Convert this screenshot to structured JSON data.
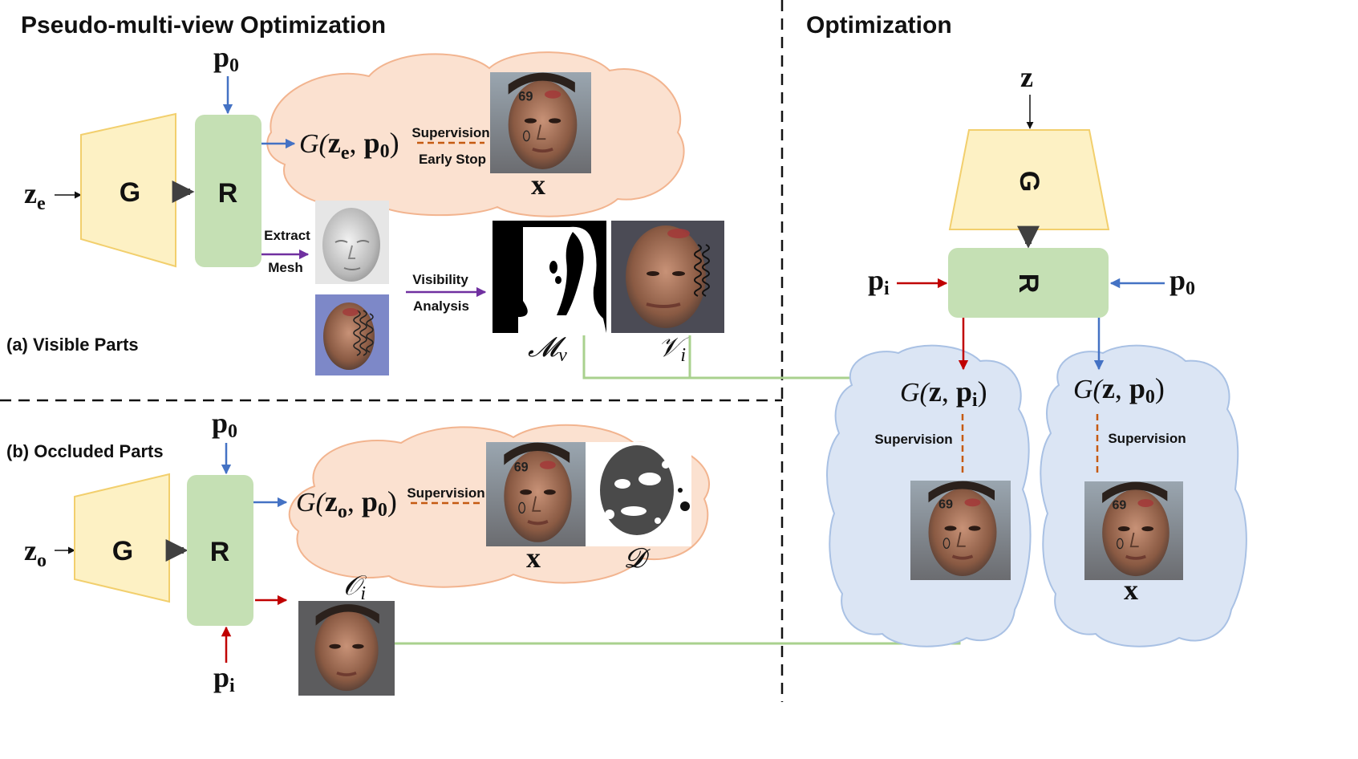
{
  "sections": {
    "pseudo_title": "Pseudo-multi-view Optimization",
    "optimization_title": "Optimization",
    "visible_label": "(a) Visible Parts",
    "occluded_label": "(b) Occluded Parts"
  },
  "blocks": {
    "generator": "G",
    "renderer": "R"
  },
  "symbols": {
    "ze_main": "z",
    "ze_sub": "e",
    "zo_main": "z",
    "zo_sub": "o",
    "z": "z",
    "p_main": "p",
    "p0_sub": "0",
    "pi_sub": "i",
    "x": "x",
    "Mv_main": "𝓜",
    "Mv_sub": "v",
    "Vi_main": "𝒱",
    "Vi_sub": "i",
    "Oi_main": "𝒪",
    "Oi_sub": "i",
    "D": "𝓓"
  },
  "formulas": {
    "g_open": "G(",
    "comma": ", ",
    "close": ")"
  },
  "annotations": {
    "supervision": "Supervision",
    "early_stop": "Early Stop",
    "extract": "Extract",
    "mesh": "Mesh",
    "visibility": "Visibility",
    "analysis": "Analysis"
  },
  "colors": {
    "generator_fill": "#fdf1c4",
    "generator_stroke": "#f2cf6d",
    "renderer_fill": "#c5e0b4",
    "cloud_orange": "#fbe1d0",
    "cloud_orange_stroke": "#f2b48f",
    "cloud_blue": "#dbe5f4",
    "cloud_blue_stroke": "#a9c1e4",
    "arrow_blue": "#4472c4",
    "arrow_red": "#c00000",
    "arrow_purple": "#7030a0",
    "arrow_green": "#a9d18e",
    "dash_orange": "#c55a11"
  },
  "icons": [
    "face-photo",
    "mesh-render",
    "visibility-mask",
    "depth-map"
  ]
}
